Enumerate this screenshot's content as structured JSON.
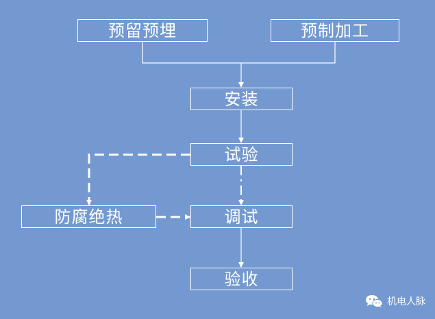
{
  "nodes": {
    "prefab_embed": "预留预埋",
    "prefab_processing": "预制加工",
    "install": "安装",
    "test": "试验",
    "anticorrosion": "防腐绝热",
    "commissioning": "调试",
    "acceptance": "验收"
  },
  "watermark": {
    "text": "机电人脉",
    "icon": "wechat-icon"
  },
  "colors": {
    "background": "#7399d0",
    "line": "#ffffff"
  }
}
